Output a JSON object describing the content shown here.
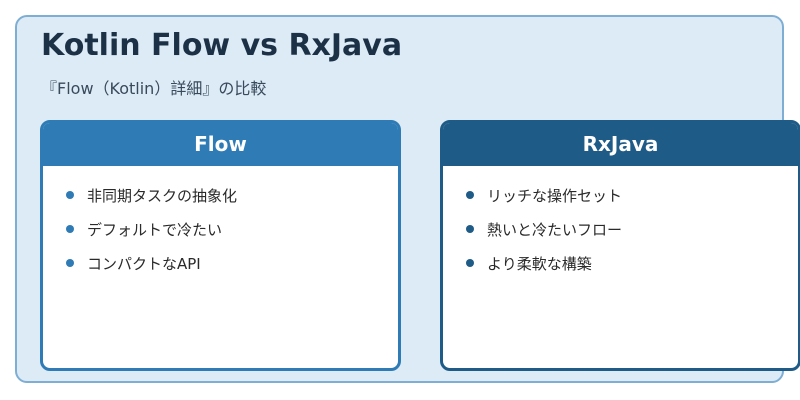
{
  "title": "Kotlin Flow vs RxJava",
  "subtitle": "『Flow（Kotlin）詳細』の比較",
  "colors": {
    "background": "#dcebf6",
    "frame_border": "#7eaed3",
    "flow_accent": "#2e7bb5",
    "rxjava_accent": "#1f5b87",
    "title_text": "#1c3146"
  },
  "cards": [
    {
      "heading": "Flow",
      "items": [
        "非同期タスクの抽象化",
        "デフォルトで冷たい",
        "コンパクトなAPI"
      ]
    },
    {
      "heading": "RxJava",
      "items": [
        "リッチな操作セット",
        "熱いと冷たいフロー",
        "より柔軟な構築"
      ]
    }
  ]
}
